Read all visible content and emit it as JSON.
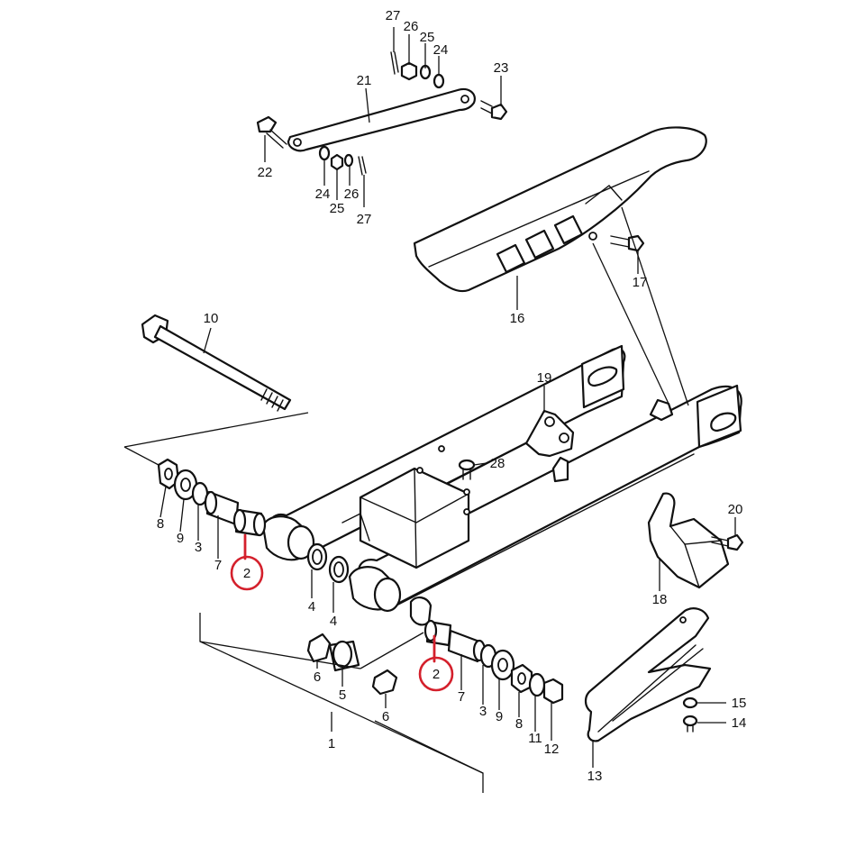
{
  "callouts": {
    "c1": "1",
    "c2a": "2",
    "c2b": "2",
    "c3a": "3",
    "c3b": "3",
    "c4a": "4",
    "c4b": "4",
    "c5": "5",
    "c6a": "6",
    "c6b": "6",
    "c7a": "7",
    "c7b": "7",
    "c8a": "8",
    "c8b": "8",
    "c9a": "9",
    "c9b": "9",
    "c10": "10",
    "c11": "11",
    "c12": "12",
    "c13": "13",
    "c14": "14",
    "c15": "15",
    "c16": "16",
    "c17": "17",
    "c18": "18",
    "c19": "19",
    "c20": "20",
    "c21": "21",
    "c22": "22",
    "c23": "23",
    "c24a": "24",
    "c24b": "24",
    "c25a": "25",
    "c25b": "25",
    "c26a": "26",
    "c26b": "26",
    "c27a": "27",
    "c27b": "27",
    "c28": "28"
  },
  "highlight_color": "#d4202c",
  "highlighted_part": "2"
}
